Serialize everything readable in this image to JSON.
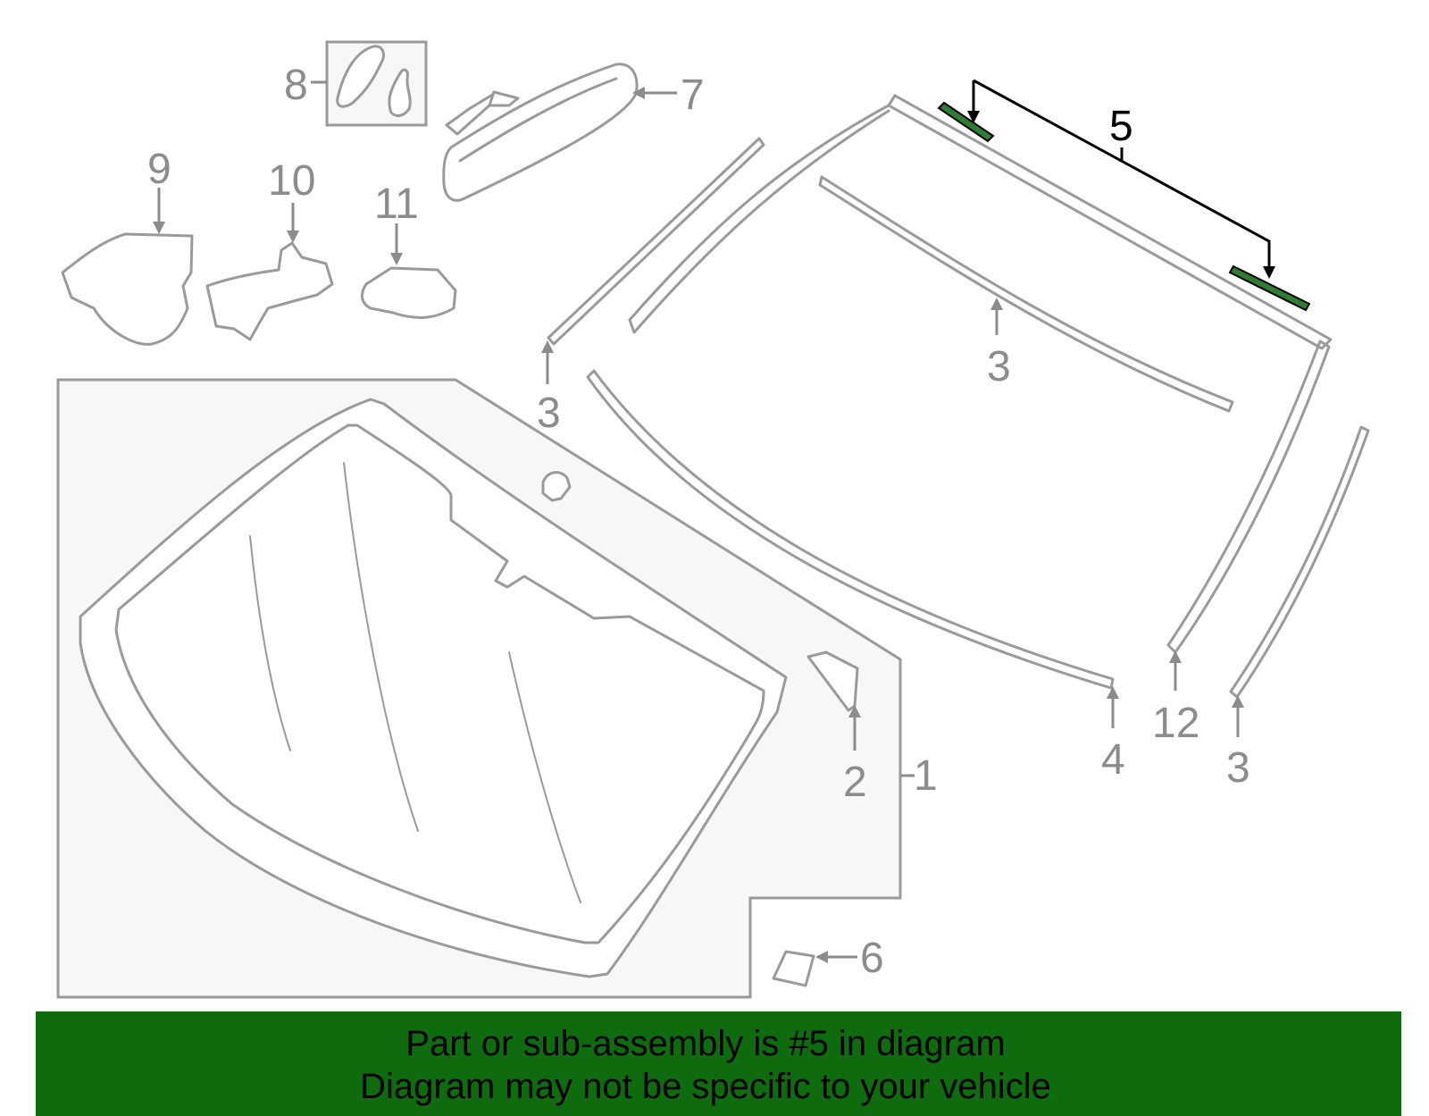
{
  "callouts": {
    "c1": "1",
    "c2": "2",
    "c3a": "3",
    "c3b": "3",
    "c3c": "3",
    "c4": "4",
    "c5": "5",
    "c6": "6",
    "c7": "7",
    "c8": "8",
    "c9": "9",
    "c10": "10",
    "c11": "11",
    "c12": "12"
  },
  "highlighted_part": "5",
  "colors": {
    "part_stroke": "#9a9a9a",
    "label_gray": "#8c8c8c",
    "highlight_green": "#0e6b0e",
    "panel_fill": "#f7f7f7"
  },
  "banner": {
    "line1": "Part or sub-assembly is #5 in diagram",
    "line2": "Diagram may not be specific to your vehicle"
  }
}
